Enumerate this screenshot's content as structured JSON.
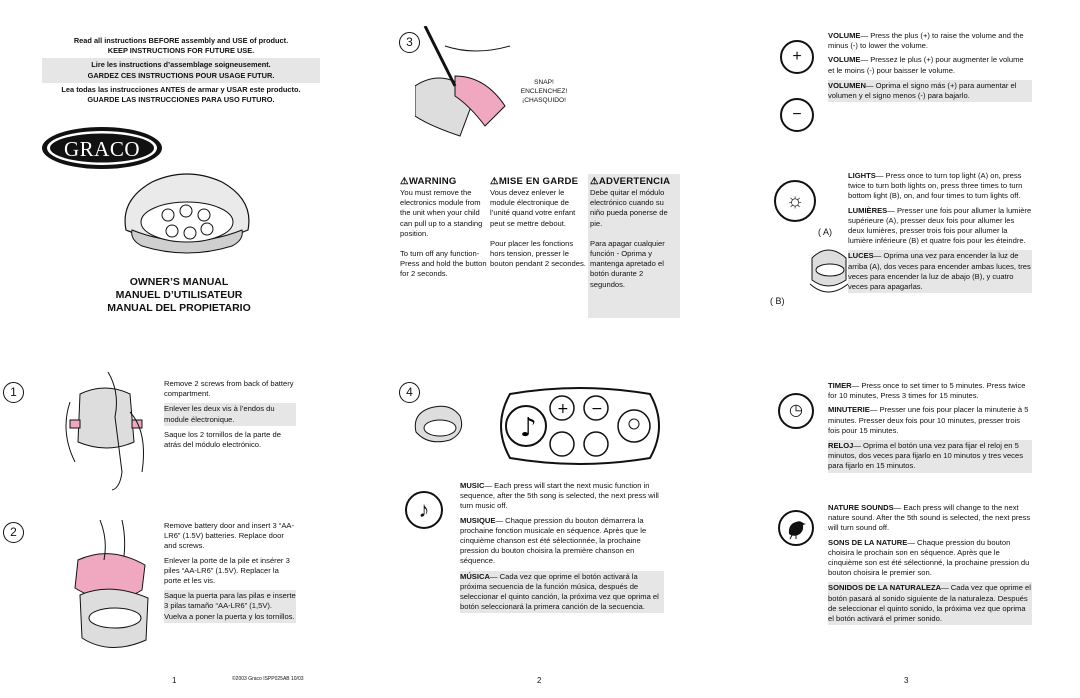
{
  "page1": {
    "header": [
      {
        "text": "Read all instructions BEFORE assembly and USE of product.",
        "shaded": false
      },
      {
        "text": "KEEP INSTRUCTIONS FOR FUTURE USE.",
        "shaded": false
      },
      {
        "text": "Lire les instructions d’assemblage soigneusement.",
        "shaded": true
      },
      {
        "text": "GARDEZ CES INSTRUCTIONS POUR USAGE FUTUR.",
        "shaded": true
      },
      {
        "text": "Lea todas las instrucciones ANTES de armar y USAR este producto.",
        "shaded": false
      },
      {
        "text": "GUARDE LAS INSTRUCCIONES PARA USO FUTURO.",
        "shaded": false
      }
    ],
    "logo": "GRACO",
    "manual_titles": [
      "OWNER’S MANUAL",
      "MANUEL D’UTILISATEUR",
      "MANUAL DEL PROPIETARIO"
    ],
    "step1": {
      "num": "1",
      "en": "Remove 2 screws from back of battery compartment.",
      "fr": "Enlever les deux vis à l’endos du module électronique.",
      "es": "Saque los 2 tornillos de la parte de atrás del módulo electrónico."
    },
    "step2": {
      "num": "2",
      "en": "Remove battery door and insert 3 “AA-LR6” (1.5V) batteries. Replace door and screws.",
      "fr": "Enlever la porte de la pile et insérer 3 piles “AA-LR6” (1.5V). Replacer la porte et les vis.",
      "es": "Saque la puerta para las pilas e inserte 3 pilas tamaño “AA-LR6” (1,5V). Vuelva a poner la puerta y los tornillos."
    },
    "footer_num": "1",
    "copyright": "©2003 Graco  ISPP025AB  10/03"
  },
  "page2": {
    "step3": {
      "num": "3",
      "snap": [
        "SNAP!",
        "ENCLENCHEZ!",
        "¡CHASQUIDO!"
      ]
    },
    "warnings": [
      {
        "title": "WARNING",
        "p1": "You must remove the electronics module from the unit when your child can pull up to a standing position.",
        "p2": "To turn off any function- Press and hold the button for 2 seconds.",
        "shaded": false
      },
      {
        "title": "MISE EN GARDE",
        "p1": "Vous devez enlever le module électronique de l’unité quand votre enfant peut se mettre debout.",
        "p2": "Pour placer les fonctions hors tension, presser le bouton pendant 2 secondes.",
        "shaded": false
      },
      {
        "title": "ADVERTENCIA",
        "p1": "Debe quitar el módulo electrónico cuando su niño pueda ponerse de pie.",
        "p2": "Para apagar cualquier función - Oprima y mantenga apretado el botón durante 2 segundos.",
        "shaded": true
      }
    ],
    "step4": {
      "num": "4"
    },
    "music": {
      "en_h": "MUSIC",
      "en": "— Each press will start the next music function in sequence, after the 5th song is selected, the next press will turn music off.",
      "fr_h": "MUSIQUE",
      "fr": "— Chaque pression du bouton démarrera la prochaine fonction musicale en séquence. Après que le cinquième chanson est été sélectionnée, la prochaine pression du bouton choisira la première chanson en séquence.",
      "es_h": "MÚSICA",
      "es": "— Cada vez que oprime el botón activará la próxima secuencia de la función música, después de seleccionar el quinto canción, la próxima vez que oprima el botón seleccionará la primera canción de la secuencia."
    },
    "footer_num": "2"
  },
  "page3": {
    "volume": {
      "en_h": "VOLUME",
      "en": "— Press the plus (+) to raise the volume and the minus (-) to lower the volume.",
      "fr_h": "VOLUME",
      "fr": "— Pressez le plus (+) pour augmenter le volume et le moins (-) pour baisser le volume.",
      "es_h": "VOLUMEN",
      "es": "— Oprima el signo más (+) para aumentar el volumen y el signo menos (-) para bajarlo."
    },
    "lights": {
      "en_h": "LIGHTS",
      "en": "— Press once to turn top light (A) on, press twice to turn both lights on, press three times to turn bottom light (B), on, and four times to turn lights off.",
      "fr_h": "LUMIÈRES",
      "fr": "— Presser une fois pour allumer la lumière supérieure (A), presser deux fois pour allumer les deux lumières, presser trois fois pour allumer la lumière inférieure (B) et quatre fois pour les éteindre.",
      "es_h": "LUCES",
      "es": "— Oprima una vez para encender la luz de arriba (A), dos veces para encender ambas luces, tres veces para encender la luz de abajo (B), y cuatro veces para apagarlas.",
      "label_a": "( A)",
      "label_b": "( B)"
    },
    "timer": {
      "en_h": "TIMER",
      "en": "— Press once to set timer to 5 minutes. Press twice for 10 minutes, Press 3 times for 15 minutes.",
      "fr_h": "MINUTERIE",
      "fr": "— Presser une fois pour placer la minuterie à 5 minutes. Presser deux fois pour 10 minutes, presser trois fois pour 15 minutes.",
      "es_h": "RELOJ",
      "es": "— Oprima el botón una vez para fijar el reloj en 5 minutos, dos veces para fijarlo en 10 minutos y tres veces para fijarlo en 15 minutos."
    },
    "nature": {
      "en_h": "NATURE SOUNDS",
      "en": "— Each press will change to the next nature sound. After the 5th sound is selected, the next press will turn sound off.",
      "fr_h": "SONS DE LA NATURE",
      "fr": "— Chaque pression du bouton choisira le prochain son en séquence. Après que le cinquième son est été sélectionné, la prochaine pression du bouton choisira le premier son.",
      "es_h": "SONIDOS DE LA NATURALEZA",
      "es": "— Cada vez que oprime el botón pasará al sonido siguiente de la naturaleza. Después de seleccionar el quinto sonido, la próxima vez que oprima el botón activará el primer sonido."
    },
    "footer_num": "3"
  },
  "colors": {
    "shade": "#e6e6e6",
    "pink": "#f0a8c0",
    "ink": "#111111"
  }
}
